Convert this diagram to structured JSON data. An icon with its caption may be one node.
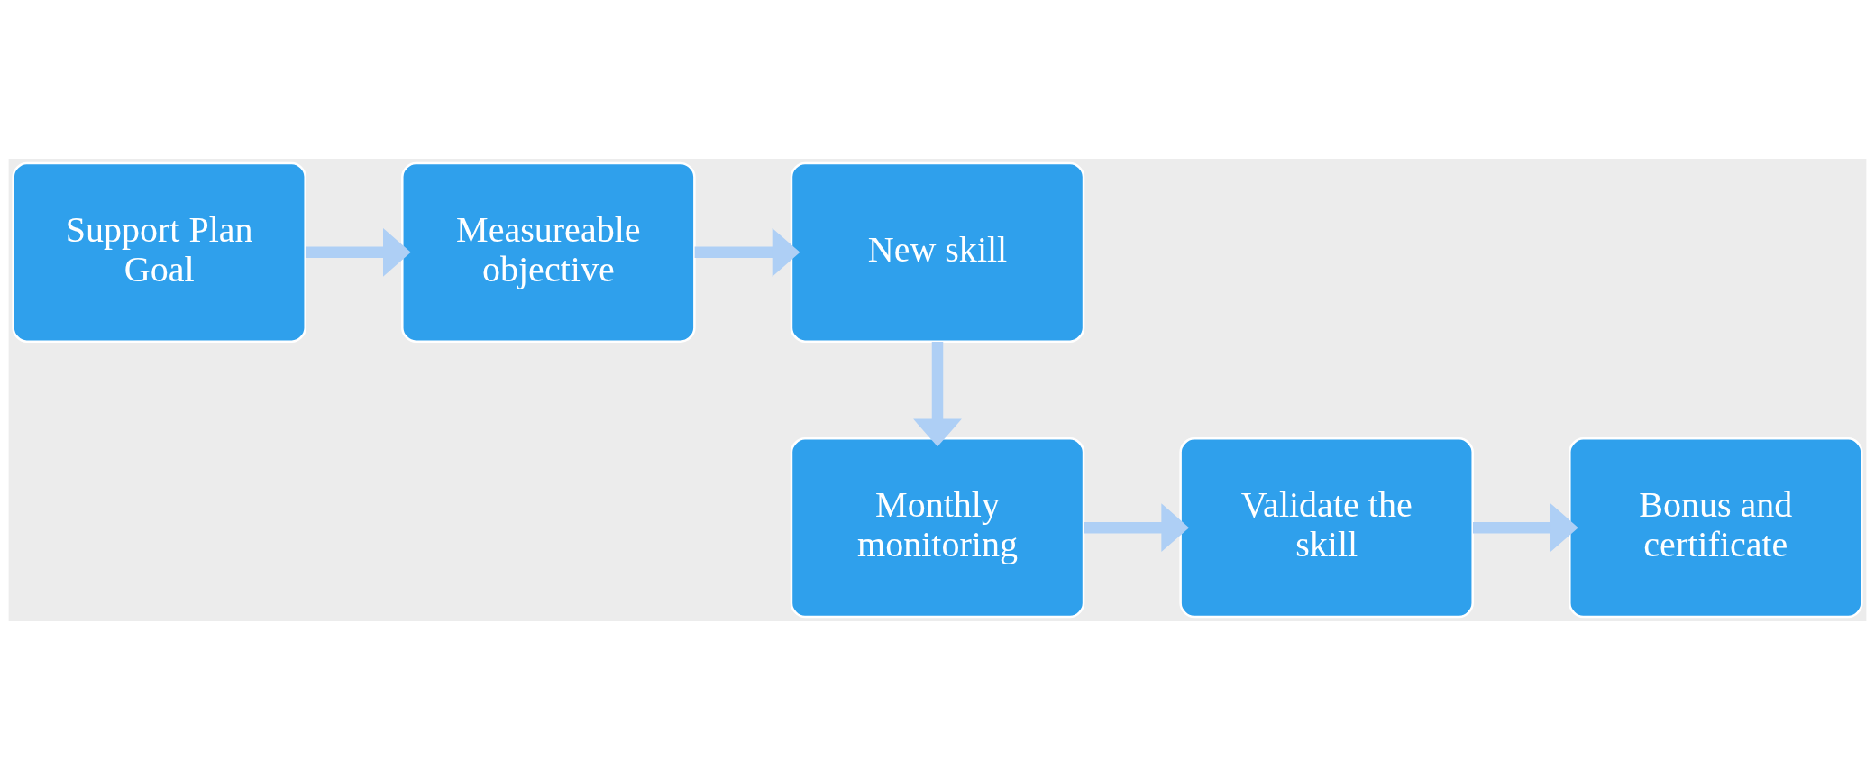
{
  "diagram": {
    "nodes": [
      {
        "text": [
          "Support Plan Goal"
        ]
      },
      {
        "text": [
          "Measureable objective"
        ]
      },
      {
        "text": [
          "New skill"
        ]
      },
      {
        "text": [
          "Monthly monitoring"
        ]
      },
      {
        "text": [
          "Validate the skill"
        ]
      },
      {
        "text": [
          "Bonus and certificate"
        ]
      }
    ],
    "edges": [
      {
        "from": 0,
        "to": 1,
        "arrow": "to"
      },
      {
        "from": 1,
        "to": 2,
        "arrow": "to"
      },
      {
        "from": 2,
        "to": 3,
        "arrow": "to"
      },
      {
        "from": 3,
        "to": 4,
        "arrow": "to"
      },
      {
        "from": 4,
        "to": 5,
        "arrow": "to"
      }
    ]
  }
}
